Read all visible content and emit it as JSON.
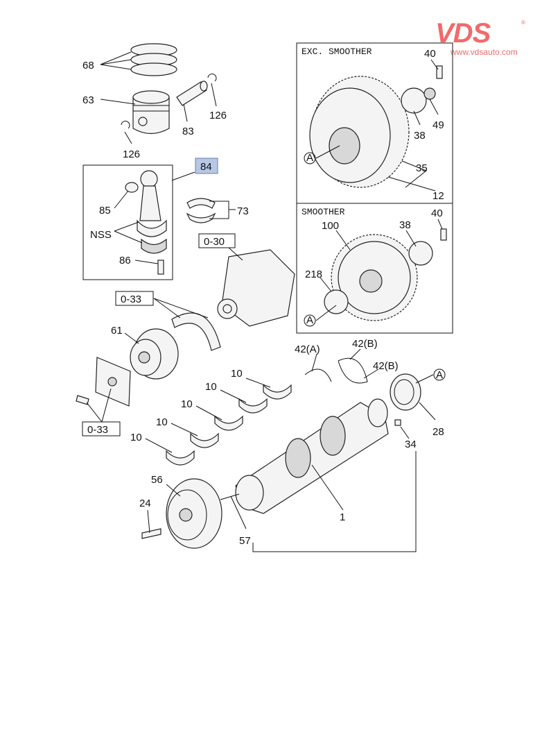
{
  "logo": {
    "brand": "VDS",
    "url": "www.vdsauto.com",
    "registered": "®",
    "color": "#f26a6a"
  },
  "panels": {
    "exc_smoother": "EXC. SMOOTHER",
    "smoother": "SMOOTHER"
  },
  "callouts": {
    "p68": "68",
    "p63": "63",
    "p83": "83",
    "p126a": "126",
    "p126b": "126",
    "p84": "84",
    "p85": "85",
    "p73": "73",
    "nss": "NSS",
    "p86": "86",
    "ref030": "0-30",
    "ref033a": "0-33",
    "ref033b": "0-33",
    "p61": "61",
    "p10a": "10",
    "p10b": "10",
    "p10c": "10",
    "p10d": "10",
    "p10e": "10",
    "p56": "56",
    "p24": "24",
    "p57": "57",
    "p1": "1",
    "p34": "34",
    "p28": "28",
    "p42a": "42(A)",
    "p42b1": "42(B)",
    "p42b2": "42(B)",
    "refA_main": "A",
    "e40": "40",
    "e38": "38",
    "e49": "49",
    "e35": "35",
    "e12": "12",
    "eA": "A",
    "s100": "100",
    "s38": "38",
    "s40": "40",
    "s218": "218",
    "sA": "A"
  },
  "highlight_color": "#b7c7e6"
}
